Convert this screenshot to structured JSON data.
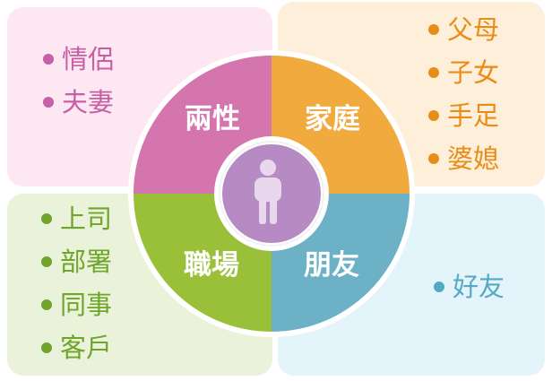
{
  "quadrants": {
    "top_left": {
      "label": "兩性",
      "items": [
        "情侶",
        "夫妻"
      ],
      "color": "#d475ad"
    },
    "top_right": {
      "label": "家庭",
      "items": [
        "父母",
        "子女",
        "手足",
        "婆媳"
      ],
      "color": "#f1aa3d"
    },
    "bottom_left": {
      "label": "職場",
      "items": [
        "上司",
        "部署",
        "同事",
        "客戶"
      ],
      "color": "#9ac03a"
    },
    "bottom_right": {
      "label": "朋友",
      "items": [
        "好友"
      ],
      "color": "#6cb1c6"
    }
  },
  "center": {
    "icon": "person-icon",
    "color": "#b68bc4"
  }
}
